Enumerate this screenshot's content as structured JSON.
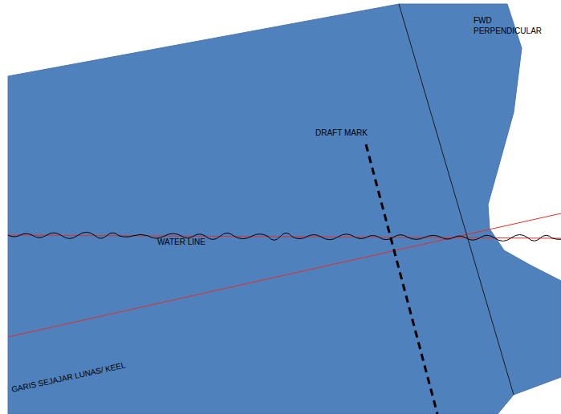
{
  "diagram": {
    "labels": [
      "FWD PERPENDICULAR",
      "DRAFT MARK",
      "WATER LINE",
      "GARIS SEJAJAR LUNAS/ KEEL"
    ]
  }
}
